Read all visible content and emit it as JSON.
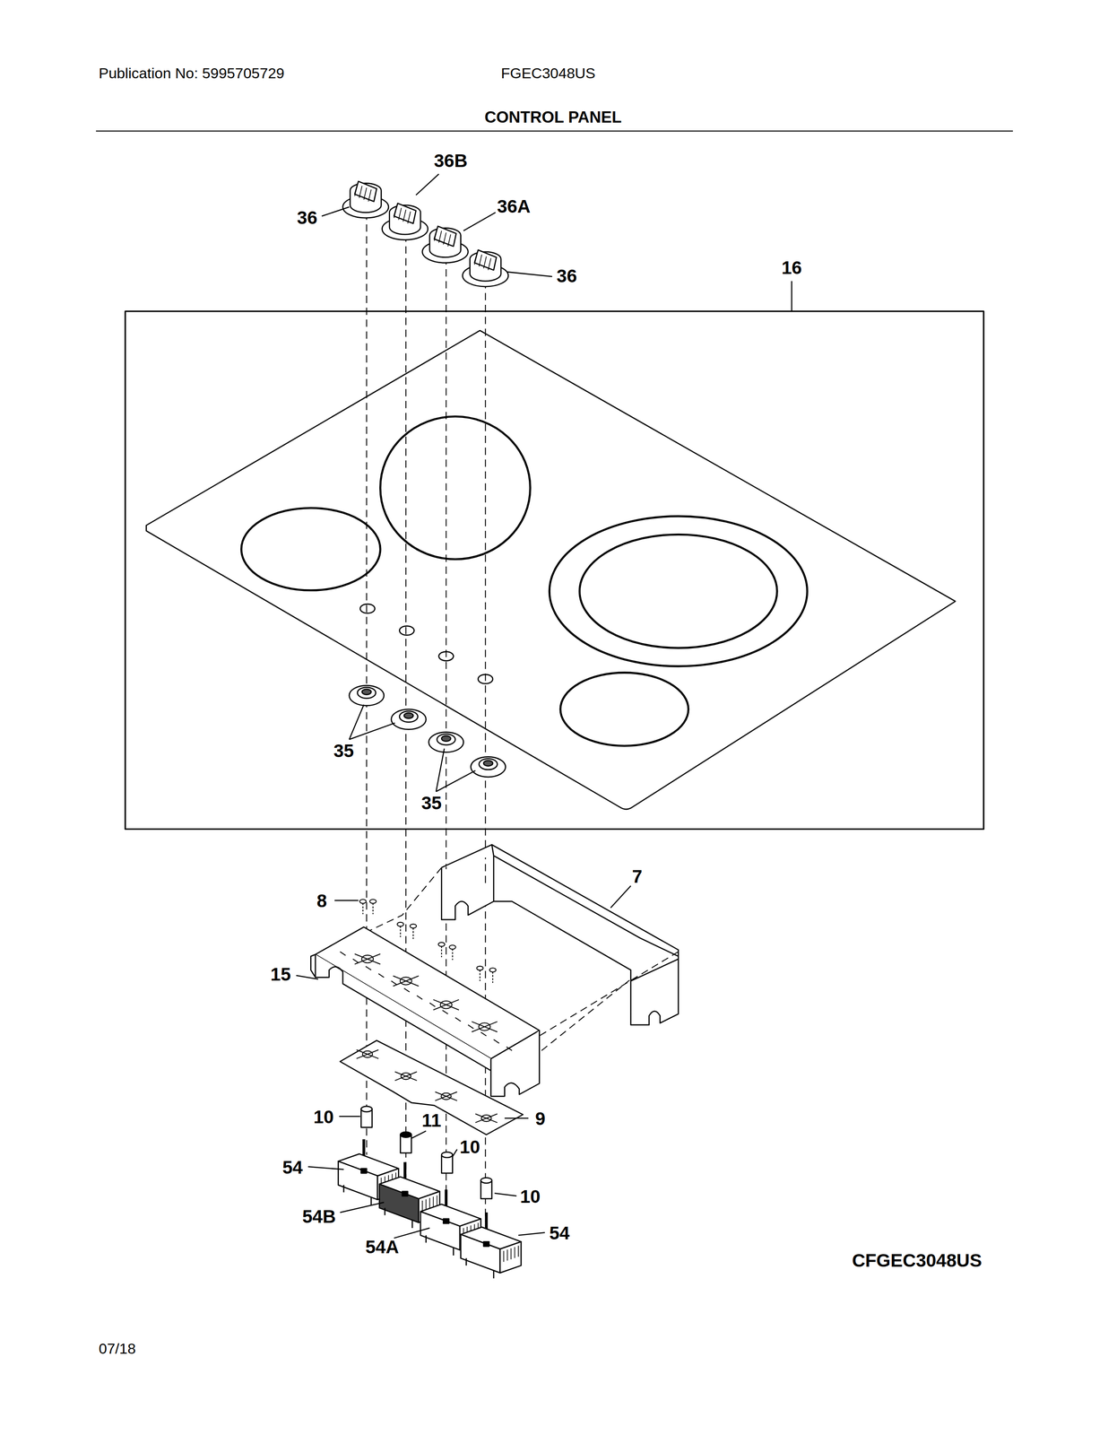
{
  "diagram": {
    "title": "CONTROL PANEL",
    "labels": [
      "Publication No: 5995705729",
      "FGEC3048US",
      "36B",
      "36",
      "36A",
      "36",
      "16",
      "35",
      "35",
      "7",
      "8",
      "15",
      "10",
      "11",
      "9",
      "10",
      "54",
      "10",
      "54B",
      "54",
      "54A",
      "CFGEC3048US",
      "07/18"
    ]
  }
}
